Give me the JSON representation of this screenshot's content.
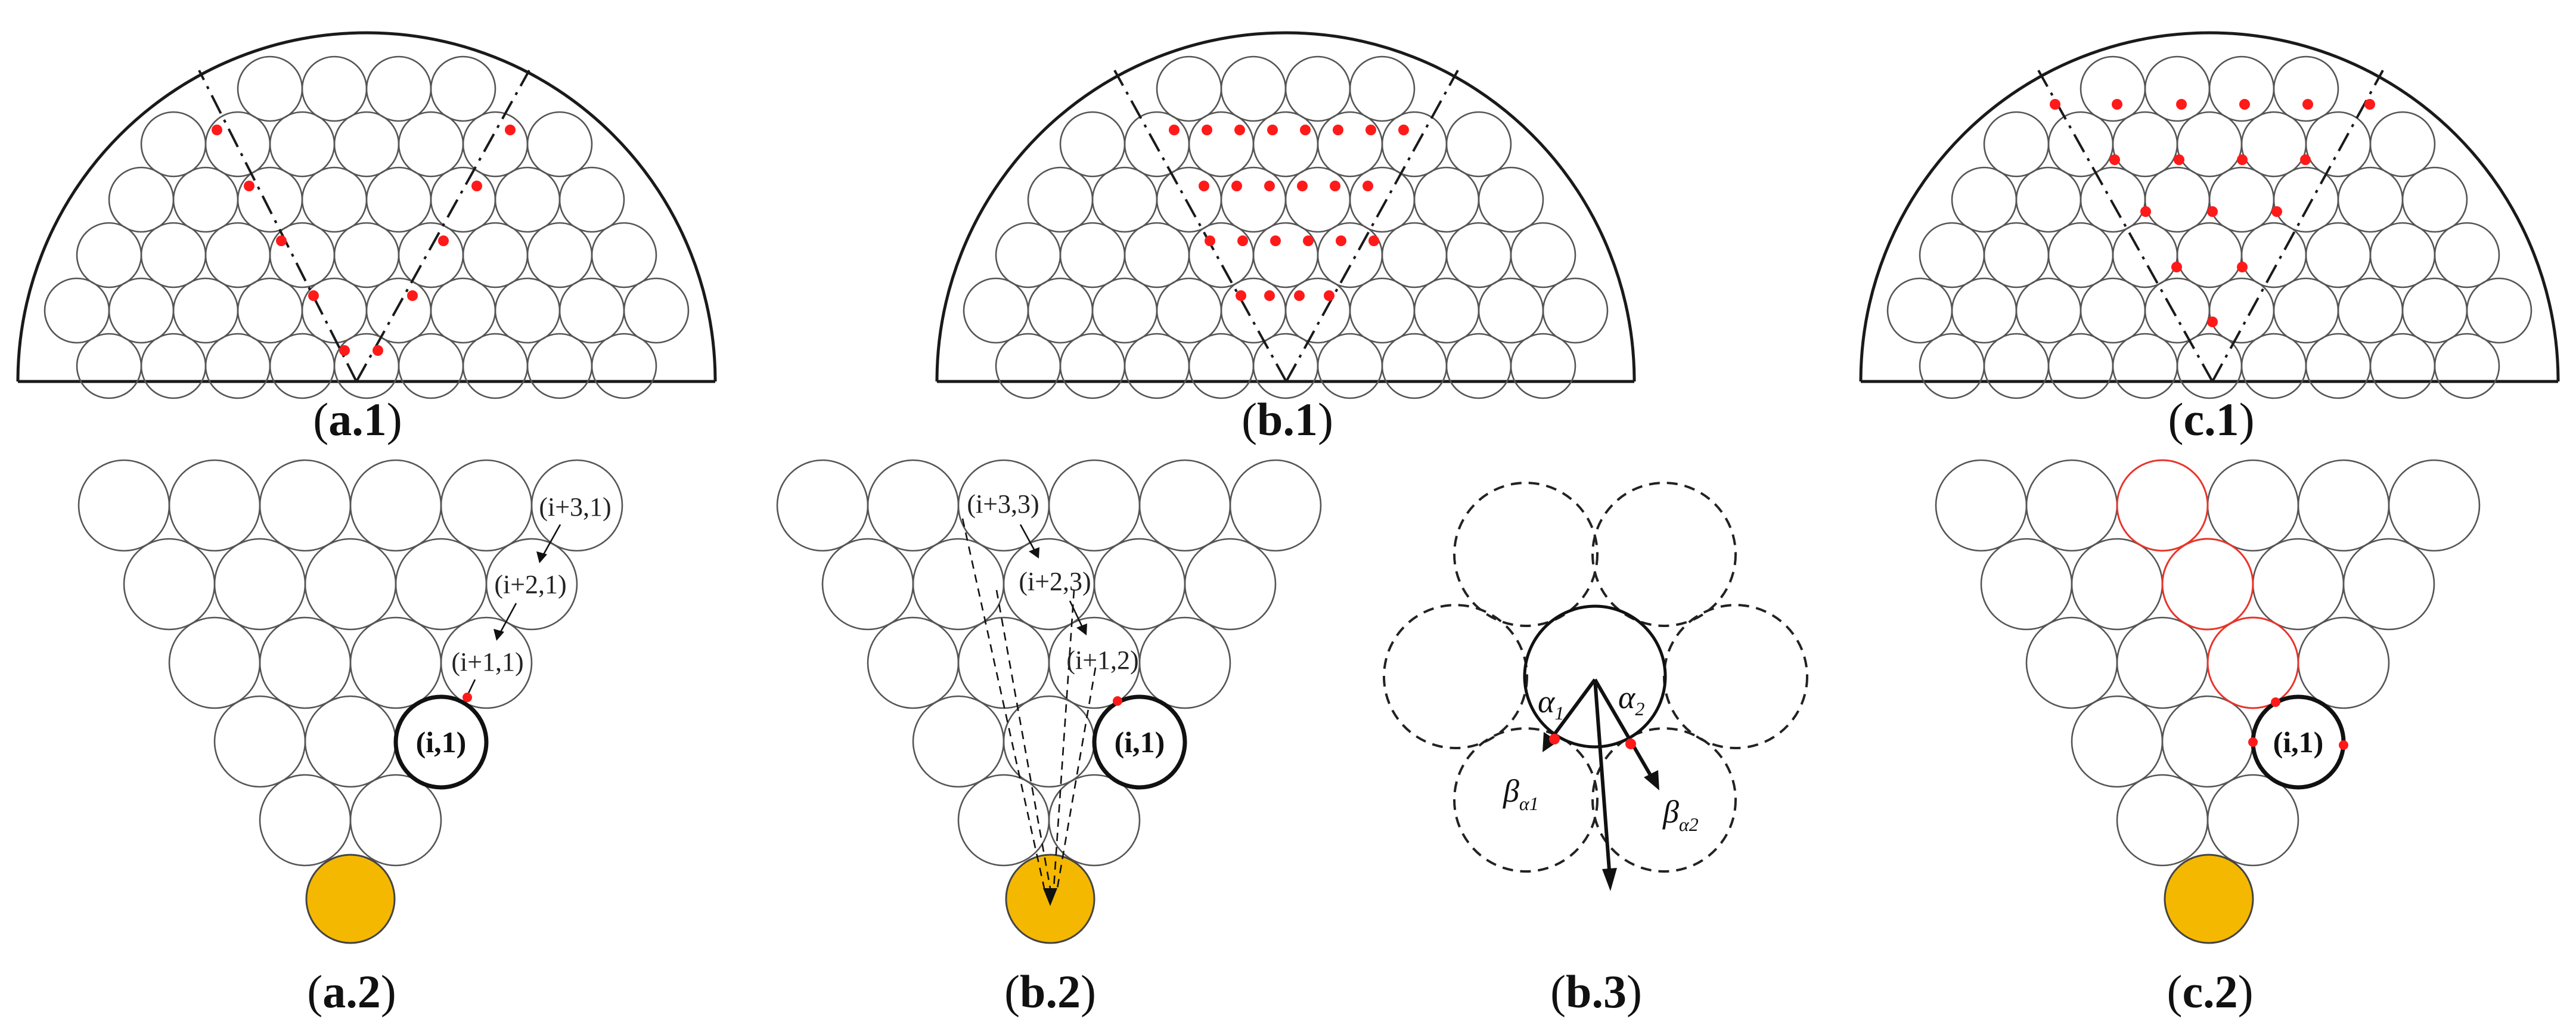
{
  "figure": {
    "panels": [
      {
        "id": "a1",
        "label_letter": "a",
        "label_num": ".1"
      },
      {
        "id": "b1",
        "label_letter": "b",
        "label_num": ".1"
      },
      {
        "id": "c1",
        "label_letter": "c",
        "label_num": ".1"
      },
      {
        "id": "a2",
        "label_letter": "a",
        "label_num": ".2"
      },
      {
        "id": "b2",
        "label_letter": "b",
        "label_num": ".2"
      },
      {
        "id": "b3",
        "label_letter": "b",
        "label_num": ".3"
      },
      {
        "id": "c2",
        "label_letter": "c",
        "label_num": ".2"
      }
    ],
    "node_labels": {
      "a2_top": "(i+3,1)",
      "a2_mid": "(i+2,1)",
      "a2_low": "(i+1,1)",
      "a2_focus": "(i,1)",
      "b2_top": "(i+3,3)",
      "b2_mid": "(i+2,3)",
      "b2_low": "(i+1,2)",
      "b2_focus": "(i,1)",
      "c2_focus": "(i,1)"
    },
    "angle_labels": {
      "alpha1": "α",
      "alpha1_sub": "1",
      "alpha2": "α",
      "alpha2_sub": "2",
      "beta1": "β",
      "beta1_sub": "α1",
      "beta2": "β",
      "beta2_sub": "α2"
    },
    "colors": {
      "contact_point": "#ff1a1a",
      "outlet_particle": "#f5b800",
      "highlight_circle": "#e8342a"
    }
  }
}
